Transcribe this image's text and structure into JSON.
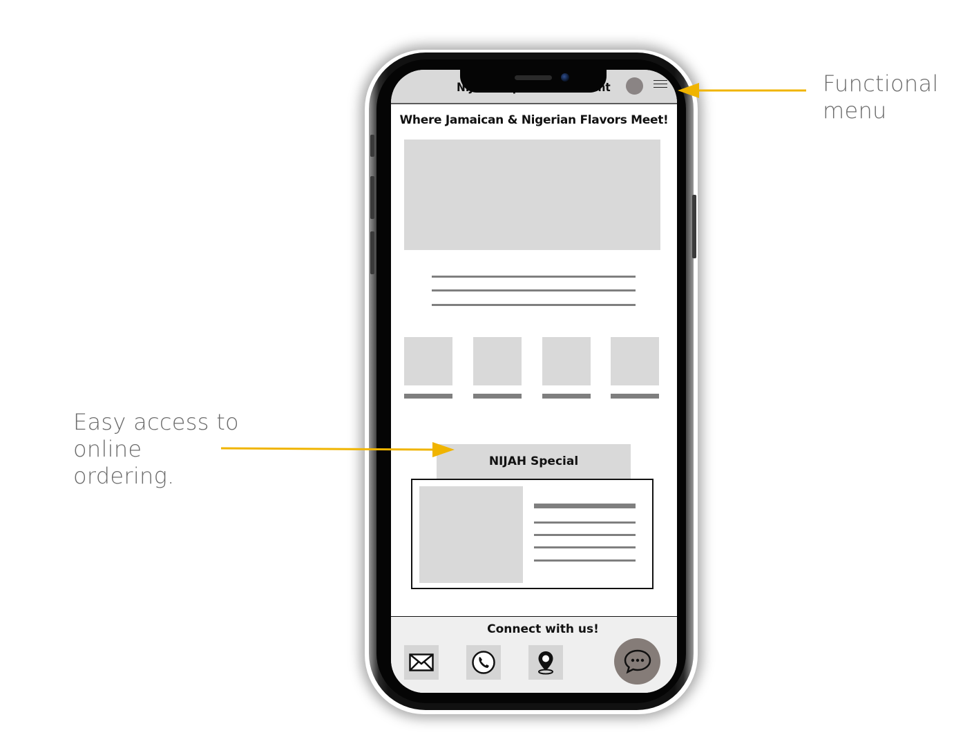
{
  "annotations": {
    "menu": {
      "line1": "Functional",
      "line2": "menu"
    },
    "ordering": {
      "line1": "Easy access to",
      "line2": "online",
      "line3": "ordering."
    },
    "arrow_color": "#f0b400"
  },
  "app": {
    "title": "NIJAH Tropical Restaurant",
    "tagline": "Where Jamaican & Nigerian Flavors Meet!",
    "special_label": "NIJAH Special",
    "footer_title": "Connect with us!",
    "icons": {
      "avatar": "avatar",
      "menu": "hamburger-menu-icon",
      "email": "envelope-icon",
      "phone": "phone-icon",
      "location": "location-pin-icon",
      "chat": "chat-bubble-icon"
    }
  },
  "colors": {
    "placeholder": "#d9d9d9",
    "placeholder_line": "#7f7f7f",
    "chat_button": "#857c78",
    "avatar": "#8a8484"
  }
}
